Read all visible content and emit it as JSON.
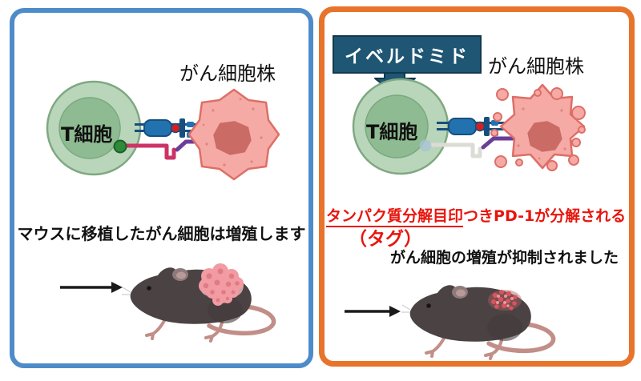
{
  "colors": {
    "left-border": "#4e8bc9",
    "right-border": "#e8732b",
    "drug-box": "#1e5674",
    "drug-box-border": "#12394d",
    "red-text": "#e8150d",
    "tcell-outer": "#b9d6bb",
    "tcell-outline": "#7fa881",
    "tcell-nucleus": "#8fbb92",
    "tcell-nucleus-outline": "#79a87c",
    "cancer-body": "#f6aaa5",
    "cancer-outline": "#dd6f67",
    "cancer-nucleus": "#ca6b66",
    "receptor-blue": "#2272b0",
    "receptor-blue-dark": "#164f7e",
    "pd1-magenta": "#cc3366",
    "pdl1-purple": "#6a3d9a",
    "pd1-faded": "#dcdcd6",
    "green-dot": "#2e8b3a",
    "green-dot-outline": "#1d6127",
    "faded-dot": "#aac3d4",
    "red-dot": "#d42020",
    "arrow-black": "#1a1a1a",
    "mouse-body": "#4b4244",
    "mouse-shade": "#433b3c",
    "mouse-pink": "#c28e88",
    "mouse-ear": "#8d7b7c",
    "mouse-ear-inner": "#b99a98",
    "tumor-halo": "#f8c4c6",
    "tumor-main": "#f29ba2",
    "tumor-core": "#e07a84",
    "tumor-right-dot": "#d9545e",
    "tumor-right-light": "#f0959c",
    "tumor-right-base": "#b06060"
  },
  "left_panel": {
    "cancer_cell_label": "がん細胞株",
    "tcell_label": "T細胞",
    "caption": "マウスに移植したがん細胞は増殖します"
  },
  "right_panel": {
    "drug_label": "イベルドミド",
    "cancer_cell_label": "がん細胞株",
    "tcell_label": "T細胞",
    "red_caption_underlined": "タンパク質分解目印",
    "red_caption_rest": "つきPD-1が分解される",
    "red_caption_tag": "（タグ）",
    "caption": "がん細胞の増殖が抑制されました"
  }
}
